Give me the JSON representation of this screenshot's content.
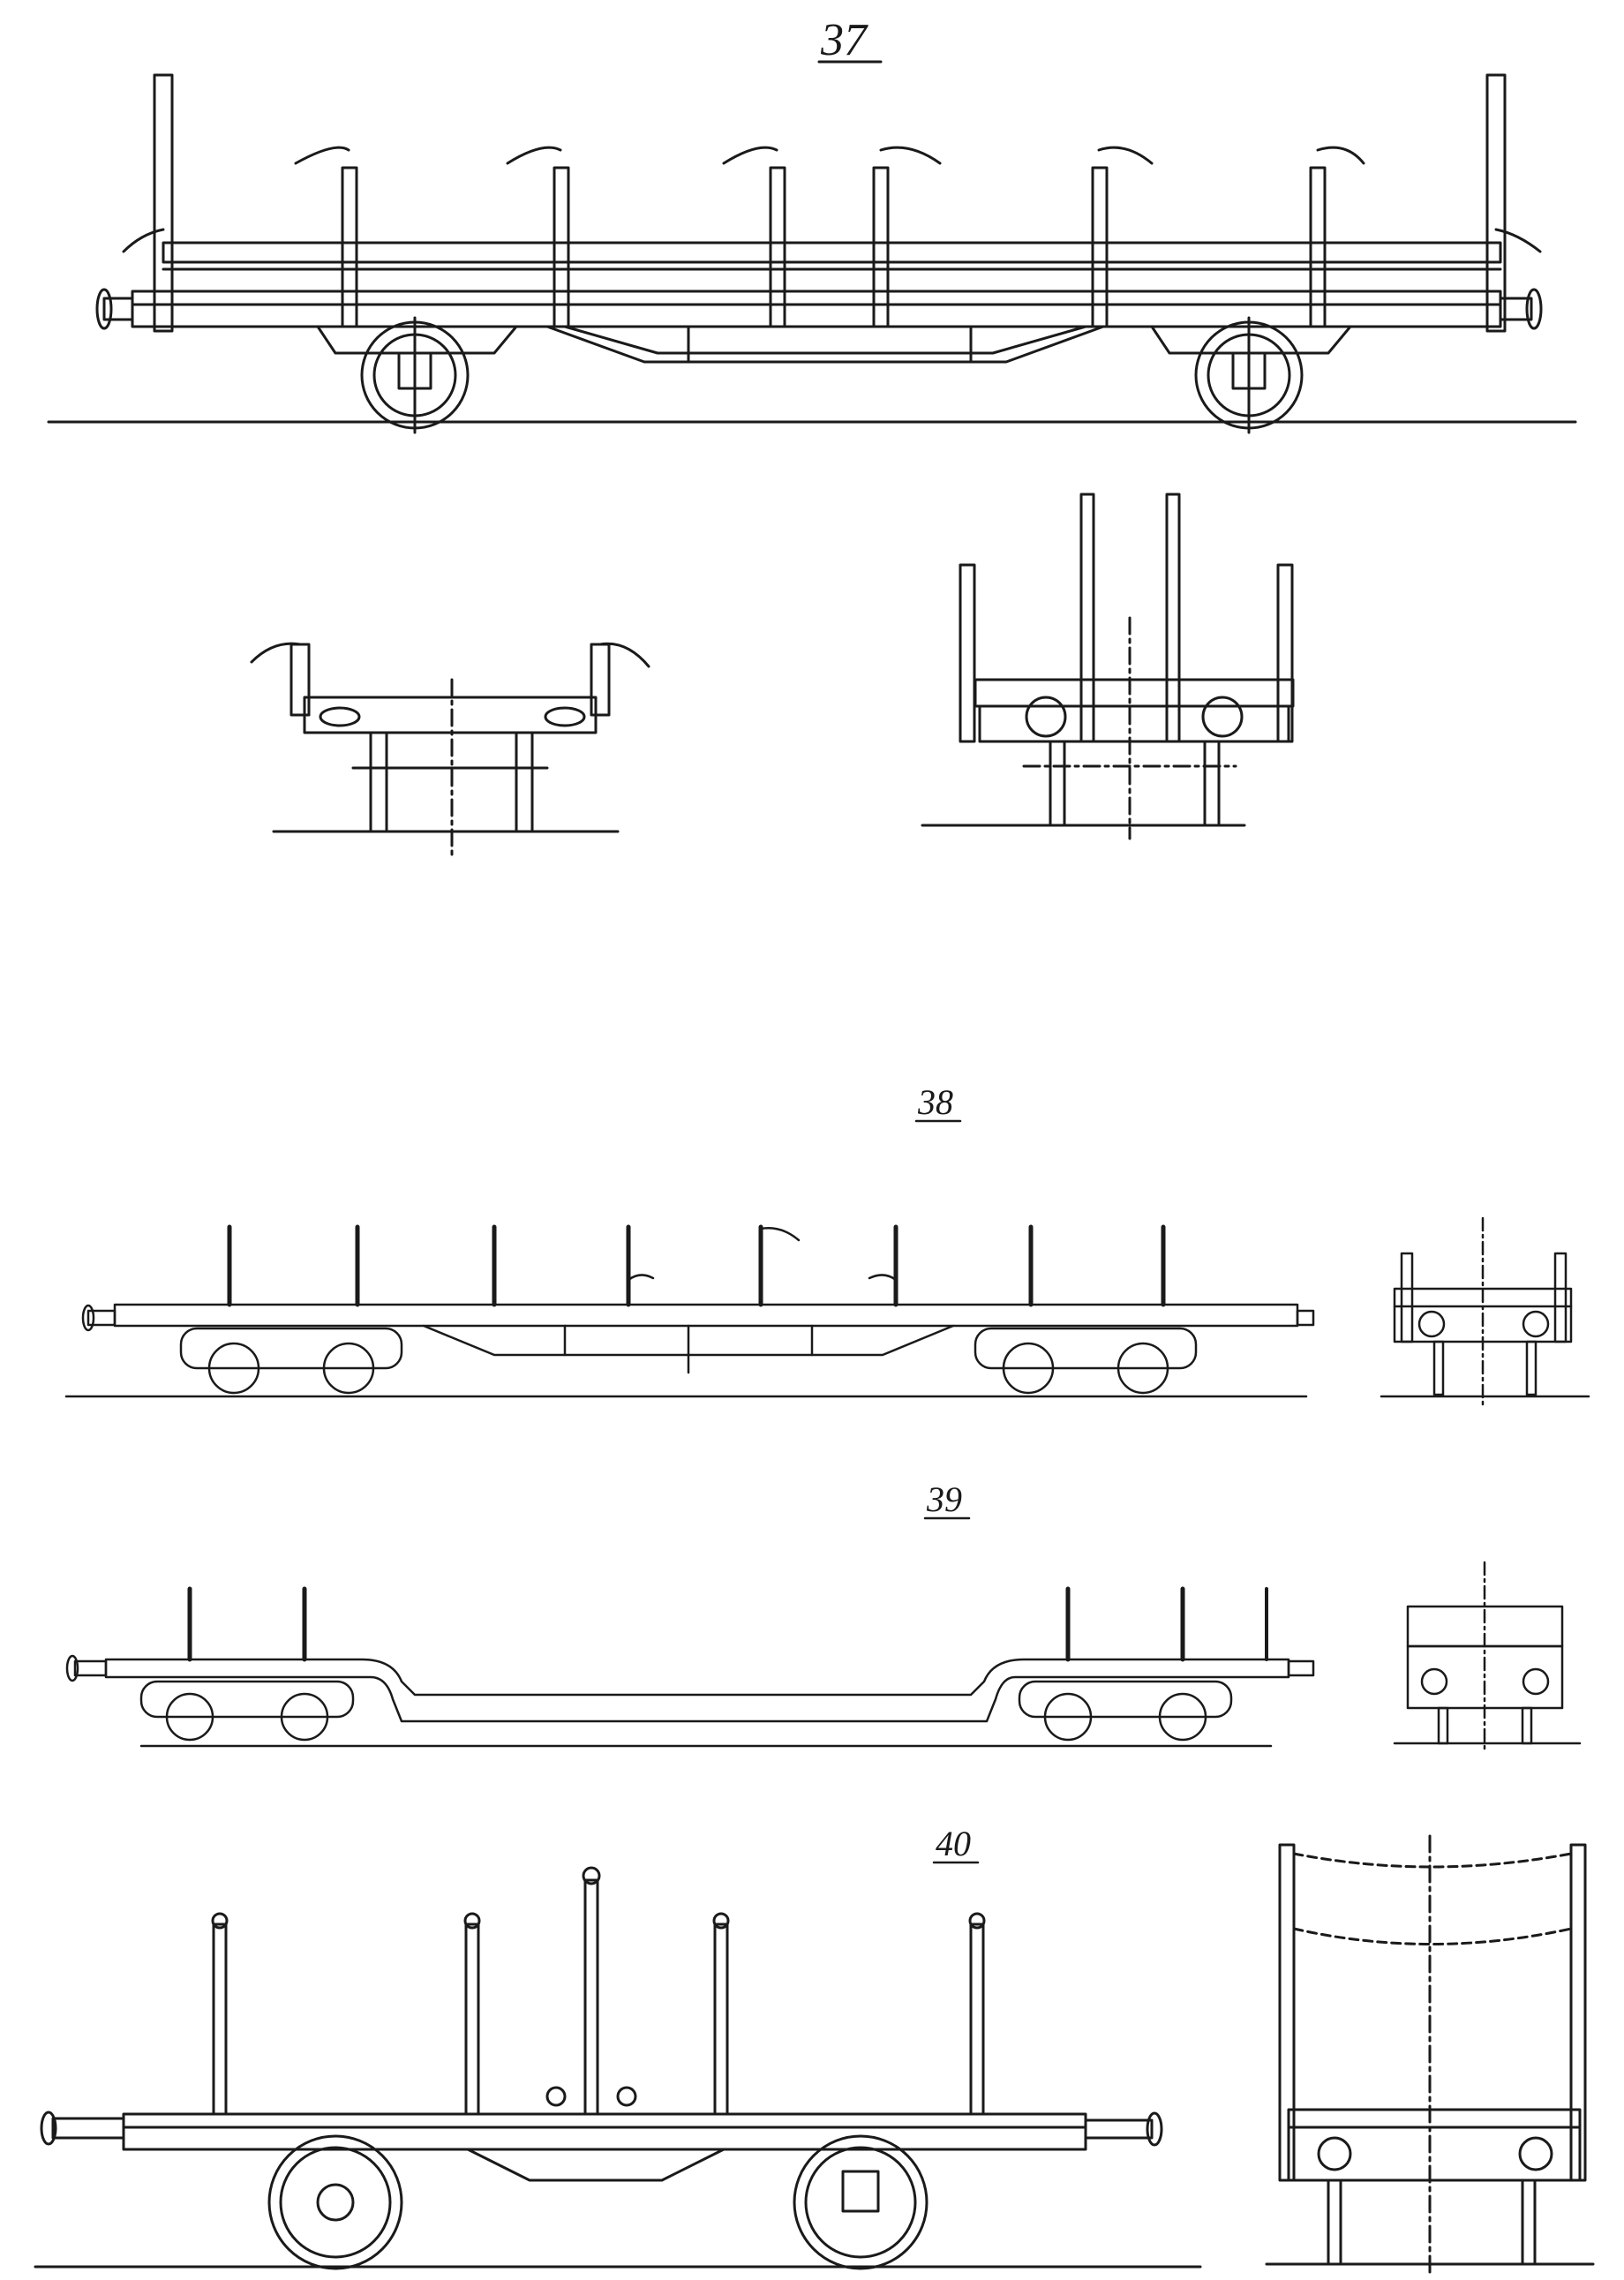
{
  "sheet": {
    "background": "#ffffff",
    "ink": "#1a1a1a"
  },
  "figures": [
    {
      "number": "37",
      "views": [
        "side-view",
        "end-view-left",
        "end-view-right"
      ]
    },
    {
      "number": "38",
      "views": [
        "side-view",
        "end-view"
      ]
    },
    {
      "number": "39",
      "views": [
        "side-view",
        "end-view"
      ]
    },
    {
      "number": "40",
      "views": [
        "side-view",
        "end-view"
      ]
    }
  ]
}
